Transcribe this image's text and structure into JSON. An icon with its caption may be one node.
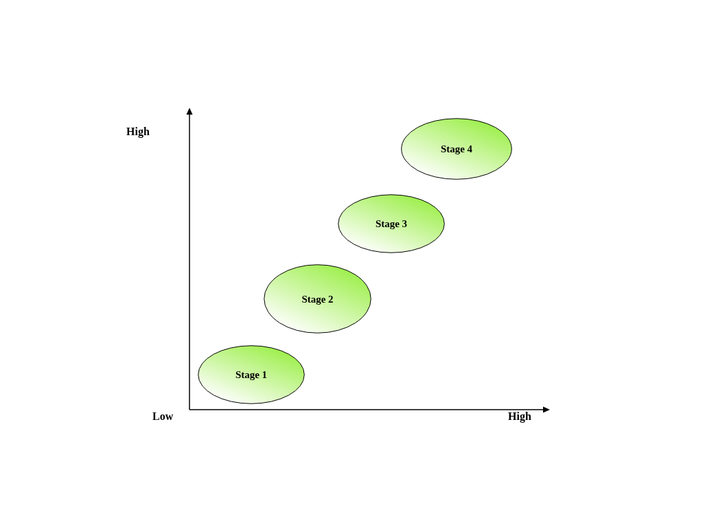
{
  "diagram": {
    "nodes": [
      {
        "text": [
          "Stage 1"
        ]
      },
      {
        "text": [
          "Stage 2"
        ]
      },
      {
        "text": [
          "Stage 3"
        ]
      },
      {
        "text": [
          "Stage 4"
        ]
      }
    ],
    "labels": [
      "High",
      "Low",
      "High"
    ]
  }
}
